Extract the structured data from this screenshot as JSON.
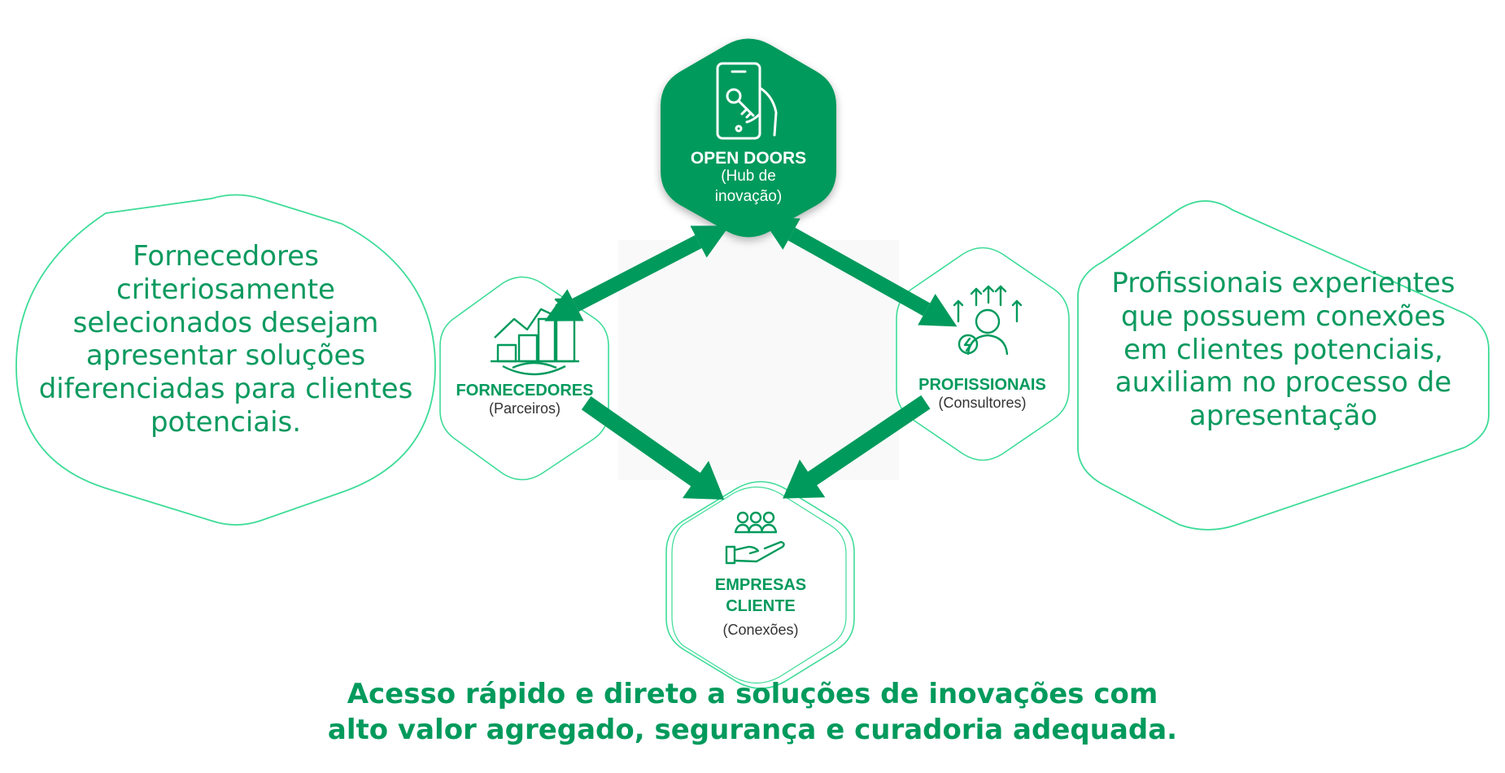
{
  "nodes": {
    "open_doors": {
      "title": "OPEN DOORS",
      "subtitle_line1": "(Hub de",
      "subtitle_line2": "inovação)"
    },
    "fornecedores": {
      "title": "FORNECEDORES",
      "subtitle": "(Parceiros)"
    },
    "profissionais": {
      "title": "PROFISSIONAIS",
      "subtitle": "(Consultores)"
    },
    "empresas": {
      "title_line1": "EMPRESAS",
      "title_line2": "CLIENTE",
      "subtitle": "(Conexões)"
    }
  },
  "callouts": {
    "left": {
      "lines": [
        "Fornecedores",
        "criteriosamente",
        "selecionados desejam",
        "apresentar soluções",
        "diferenciadas para clientes",
        "potenciais."
      ]
    },
    "right": {
      "lines": [
        "Profissionais experientes",
        "que possuem conexões",
        "em clientes potenciais,",
        "auxiliam no processo de",
        "apresentação"
      ]
    }
  },
  "tagline": {
    "line1": "Acesso rápido e direto a soluções de inovações com",
    "line2": "alto valor agregado, segurança e curadoria adequada."
  },
  "icons": {
    "open_doors": "smartphone-key-icon",
    "fornecedores": "city-growth-chart-icon",
    "profissionais": "consultant-growth-icon",
    "empresas": "hand-holding-people-icon"
  },
  "colors": {
    "primary": "#009a5c",
    "outline": "#3ddc97",
    "text": "#333333"
  }
}
